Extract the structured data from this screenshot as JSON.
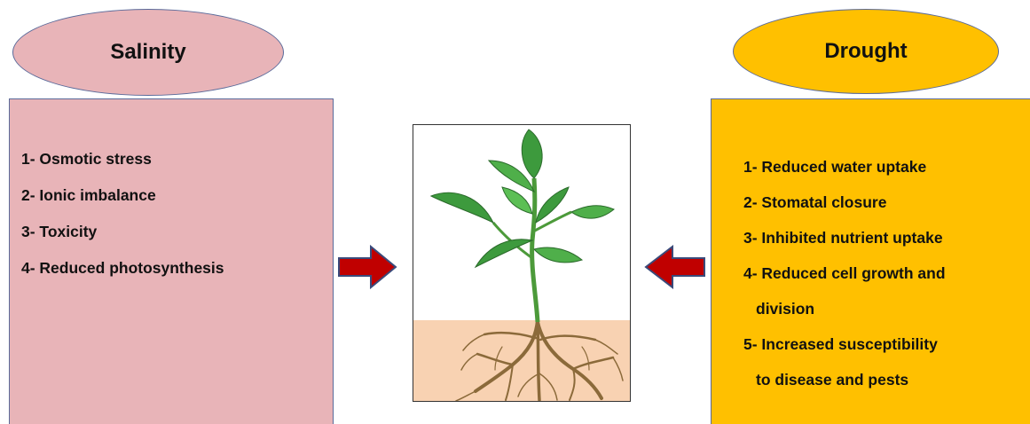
{
  "colors": {
    "salinity_fill": "#e8b4b8",
    "drought_fill": "#ffc000",
    "border": "#5a6a9a",
    "arrow_fill": "#c00000",
    "soil": "#f8d2b2",
    "leaf": "#3d9a3d",
    "root": "#8b6a3a"
  },
  "salinity": {
    "title": "Salinity",
    "items": [
      "1- Osmotic stress",
      "2- Ionic imbalance",
      "3- Toxicity",
      "4- Reduced photosynthesis"
    ]
  },
  "drought": {
    "title": "Drought",
    "items": [
      {
        "line1": "1- Reduced water uptake",
        "line2": ""
      },
      {
        "line1": "2- Stomatal closure",
        "line2": ""
      },
      {
        "line1": "3- Inhibited nutrient uptake",
        "line2": ""
      },
      {
        "line1": "4- Reduced cell growth and",
        "line2": "division"
      },
      {
        "line1": "5- Increased susceptibility",
        "line2": "to disease and pests"
      }
    ]
  },
  "center": {
    "image": "plant-with-roots-illustration"
  },
  "arrows": {
    "left": "right-pointing-arrow",
    "right": "left-pointing-arrow"
  }
}
